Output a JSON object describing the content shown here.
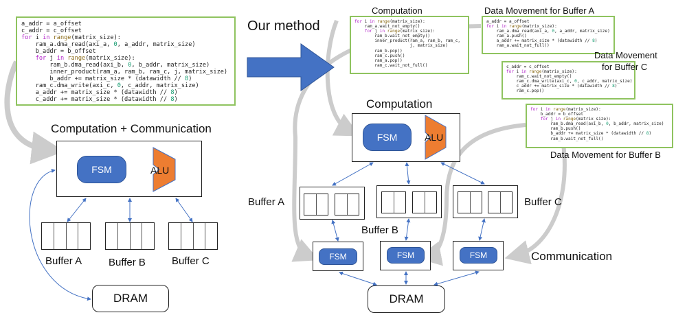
{
  "title_arrow_label": "Our method",
  "left": {
    "heading": "Computation + Communication",
    "code": [
      [
        [
          "",
          "a_addr = a_offset"
        ]
      ],
      [
        [
          "",
          "c_addr = c_offset"
        ]
      ],
      [
        [
          "kw",
          "for"
        ],
        [
          "",
          " i "
        ],
        [
          "kw",
          "in"
        ],
        [
          "",
          " "
        ],
        [
          "fn",
          "range"
        ],
        [
          "",
          "(matrix_size):"
        ]
      ],
      [
        [
          "",
          "    ram_a.dma_read(axi_a, "
        ],
        [
          "nm",
          "0"
        ],
        [
          "",
          ", a_addr, matrix_size)"
        ]
      ],
      [
        [
          "",
          "    b_addr = b_offset"
        ]
      ],
      [
        [
          "",
          "    "
        ],
        [
          "kw",
          "for"
        ],
        [
          "",
          " j "
        ],
        [
          "kw",
          "in"
        ],
        [
          "",
          " "
        ],
        [
          "fn",
          "range"
        ],
        [
          "",
          "(matrix_size):"
        ]
      ],
      [
        [
          "",
          "        ram_b.dma_read(axi_b, "
        ],
        [
          "nm",
          "0"
        ],
        [
          "",
          ", b_addr, matrix_size)"
        ]
      ],
      [
        [
          "",
          "        inner_product(ram_a, ram_b, ram_c, j, matrix_size)"
        ]
      ],
      [
        [
          "",
          "        b_addr += matrix_size * (datawidth // "
        ],
        [
          "nm",
          "8"
        ],
        [
          "",
          ")"
        ]
      ],
      [
        [
          "",
          "    ram_c.dma_write(axi_c, "
        ],
        [
          "nm",
          "0"
        ],
        [
          "",
          ", c_addr, matrix_size)"
        ]
      ],
      [
        [
          "",
          "    a_addr += matrix_size * (datawidth // "
        ],
        [
          "nm",
          "8"
        ],
        [
          "",
          ")"
        ]
      ],
      [
        [
          "",
          "    c_addr += matrix_size * (datawidth // "
        ],
        [
          "nm",
          "8"
        ],
        [
          "",
          ")"
        ]
      ]
    ],
    "fsm_label": "FSM",
    "alu_label": "ALU",
    "buffers": [
      "Buffer A",
      "Buffer B",
      "Buffer C"
    ],
    "dram_label": "DRAM"
  },
  "right": {
    "computation_heading": "Computation",
    "computation_code_title": "Computation",
    "computation_code": [
      [
        [
          "kw",
          "for"
        ],
        [
          "",
          " i "
        ],
        [
          "kw",
          "in"
        ],
        [
          "",
          " "
        ],
        [
          "fn",
          "range"
        ],
        [
          "",
          "(matrix_size):"
        ]
      ],
      [
        [
          "",
          "    ram_a.wait_not_empty()"
        ]
      ],
      [
        [
          "",
          "    "
        ],
        [
          "kw",
          "for"
        ],
        [
          "",
          " j "
        ],
        [
          "kw",
          "in"
        ],
        [
          "",
          " "
        ],
        [
          "fn",
          "range"
        ],
        [
          "",
          "(matrix_size):"
        ]
      ],
      [
        [
          "",
          "        ram_b.wait_not_empty()"
        ]
      ],
      [
        [
          "",
          "        inner_product(ram_a, ram_b, ram_c,"
        ]
      ],
      [
        [
          "",
          "                      j, matrix_size)"
        ]
      ],
      [
        [
          "",
          "        ram_b.pop()"
        ]
      ],
      [
        [
          "",
          "        ram_c.push()"
        ]
      ],
      [
        [
          "",
          "        ram_a.pop()"
        ]
      ],
      [
        [
          "",
          "        ram_c.wait_not_full()"
        ]
      ]
    ],
    "dm_a_title": "Data Movement for Buffer A",
    "dm_a_code": [
      [
        [
          "",
          "a_addr = a_offset"
        ]
      ],
      [
        [
          "kw",
          "for"
        ],
        [
          "",
          " i "
        ],
        [
          "kw",
          "in"
        ],
        [
          "",
          " "
        ],
        [
          "fn",
          "range"
        ],
        [
          "",
          "(matrix_size):"
        ]
      ],
      [
        [
          "",
          "    ram_a.dma_read(axi_a, "
        ],
        [
          "nm",
          "0"
        ],
        [
          "",
          ", a_addr, matrix_size)"
        ]
      ],
      [
        [
          "",
          "    ram_a.push()"
        ]
      ],
      [
        [
          "",
          "    a_addr += matrix_size * (datawidth // "
        ],
        [
          "nm",
          "8"
        ],
        [
          "",
          ")"
        ]
      ],
      [
        [
          "",
          "    ram_a.wait_not_full()"
        ]
      ]
    ],
    "dm_c_title_line1": "Data Movement",
    "dm_c_title_line2": "for Buffer C",
    "dm_c_code": [
      [
        [
          "",
          "c_addr = c_offset"
        ]
      ],
      [
        [
          "kw",
          "for"
        ],
        [
          "",
          " i "
        ],
        [
          "kw",
          "in"
        ],
        [
          "",
          " "
        ],
        [
          "fn",
          "range"
        ],
        [
          "",
          "(matrix_size):"
        ]
      ],
      [
        [
          "",
          "    ram_c.wait_not_empty()"
        ]
      ],
      [
        [
          "",
          "    ram_c.dma_write(axi_c, "
        ],
        [
          "nm",
          "0"
        ],
        [
          "",
          ", c_addr, matrix_size)"
        ]
      ],
      [
        [
          "",
          "    c_addr += matrix_size * (datawidth // "
        ],
        [
          "nm",
          "8"
        ],
        [
          "",
          ")"
        ]
      ],
      [
        [
          "",
          "    ram_c.pop()"
        ]
      ]
    ],
    "dm_b_title": "Data Movement for Buffer B",
    "dm_b_code": [
      [
        [
          "kw",
          "for"
        ],
        [
          "",
          " i "
        ],
        [
          "kw",
          "in"
        ],
        [
          "",
          " "
        ],
        [
          "fn",
          "range"
        ],
        [
          "",
          "(matrix_size):"
        ]
      ],
      [
        [
          "",
          "    b_addr = b_offset"
        ]
      ],
      [
        [
          "",
          "    "
        ],
        [
          "kw",
          "for"
        ],
        [
          "",
          " j "
        ],
        [
          "kw",
          "in"
        ],
        [
          "",
          " "
        ],
        [
          "fn",
          "range"
        ],
        [
          "",
          "(matrix_size):"
        ]
      ],
      [
        [
          "",
          "        ram_b.dma_read(axi_b, "
        ],
        [
          "nm",
          "0"
        ],
        [
          "",
          ", b_addr, matrix_size)"
        ]
      ],
      [
        [
          "",
          "        ram_b.push()"
        ]
      ],
      [
        [
          "",
          "        b_addr += matrix_size * (datawidth // "
        ],
        [
          "nm",
          "8"
        ],
        [
          "",
          ")"
        ]
      ],
      [
        [
          "",
          "        ram_b.wait_not_full()"
        ]
      ]
    ],
    "fsm_label": "FSM",
    "alu_label": "ALU",
    "buffers": [
      "Buffer A",
      "Buffer B",
      "Buffer C"
    ],
    "communication_label": "Communication",
    "dram_label": "DRAM"
  },
  "colors": {
    "fsm_blue": "#4472c4",
    "alu_orange": "#ed7d31",
    "code_border_green": "#8fc35f",
    "flow_arrow_gray": "#cccccc",
    "link_blue": "#4472c4"
  }
}
